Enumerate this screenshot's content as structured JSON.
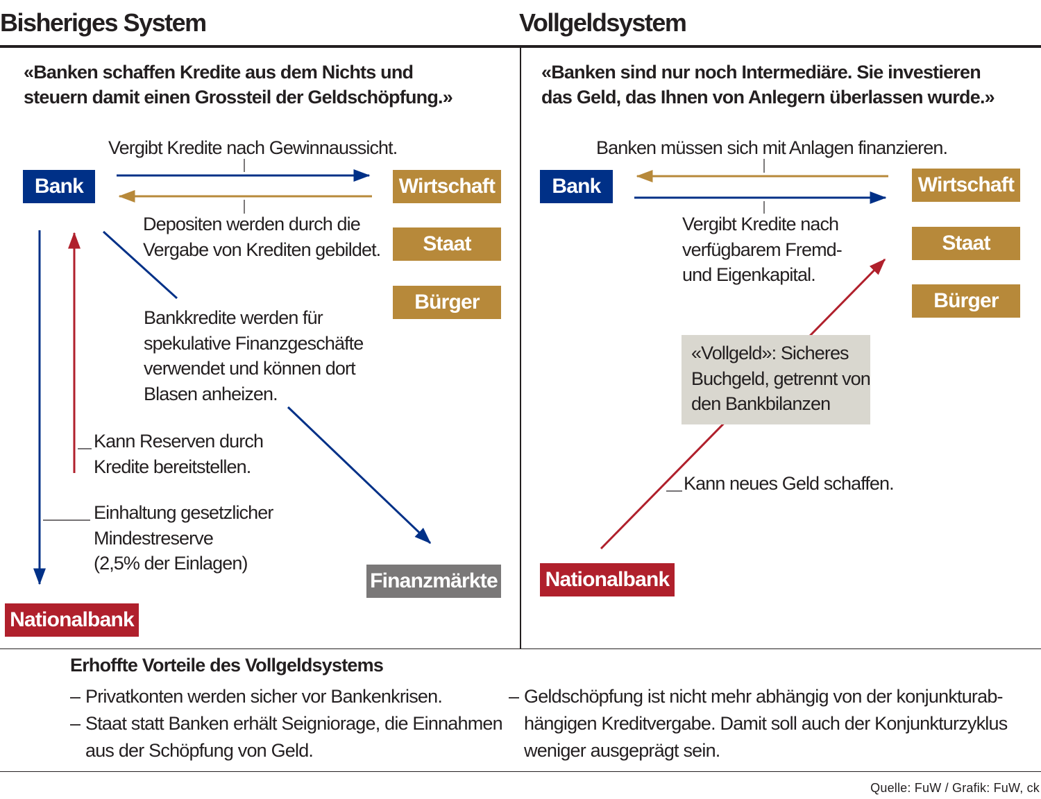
{
  "left": {
    "title": "Bisheriges System",
    "quote_lines": [
      "«Banken schaffen Kredite aus dem Nichts und",
      "steuern damit einen Grossteil der Geldschöpfung.»"
    ],
    "boxes": {
      "bank": "Bank",
      "wirtschaft": "Wirtschaft",
      "staat": "Staat",
      "buerger": "Bürger",
      "finanzmaerkte": "Finanzmärkte",
      "nationalbank": "Nationalbank"
    },
    "label_kredite": "Vergibt Kredite nach Gewinnaussicht.",
    "label_depositen": [
      "Depositen werden durch die",
      "Vergabe von Krediten gebildet."
    ],
    "label_bankkredite": [
      "Bankkredite werden für",
      "spekulative Finanzgeschäfte",
      "verwendet und können dort",
      "Blasen anheizen."
    ],
    "label_reserven": [
      "Kann Reserven durch",
      "Kredite bereitstellen."
    ],
    "label_mindestreserve": [
      "Einhaltung gesetzlicher",
      "Mindestreserve",
      "(2,5% der Einlagen)"
    ]
  },
  "right": {
    "title": "Vollgeldsystem",
    "quote_lines": [
      "«Banken sind nur noch Intermediäre. Sie investieren",
      "das Geld, das Ihnen von Anlegern überlassen wurde.»"
    ],
    "boxes": {
      "bank": "Bank",
      "wirtschaft": "Wirtschaft",
      "staat": "Staat",
      "buerger": "Bürger",
      "nationalbank": "Nationalbank"
    },
    "label_anlagen": "Banken müssen sich mit Anlagen finanzieren.",
    "label_kredite": [
      "Vergibt Kredite nach",
      "verfügbarem Fremd-",
      "und Eigenkapital."
    ],
    "label_vollgeld": [
      "«Vollgeld»: Sicheres",
      "Buchgeld, getrennt von",
      "den Bankbilanzen"
    ],
    "label_neues_geld": "Kann neues Geld schaffen."
  },
  "benefits": {
    "title": "Erhoffte Vorteile des Vollgeldsystems",
    "item1": "Privatkonten werden sicher vor Bankenkrisen.",
    "item2_lines": [
      "Staat statt Banken erhält Seigniorage, die Einnahmen",
      "aus der Schöpfung von Geld."
    ],
    "item3_lines": [
      "Geldschöpfung ist nicht mehr abhängig von der konjunkturab-",
      "hängigen Kreditvergabe. Damit soll auch der Konjunkturzyklus",
      "weniger ausgeprägt sein."
    ],
    "dash": "–"
  },
  "source": "Quelle: FuW / Grafik: FuW, ck",
  "colors": {
    "navy": "#003087",
    "gold": "#b7893a",
    "red": "#b0202c",
    "grey": "#7a7878",
    "note_bg": "#d9d7cf"
  }
}
